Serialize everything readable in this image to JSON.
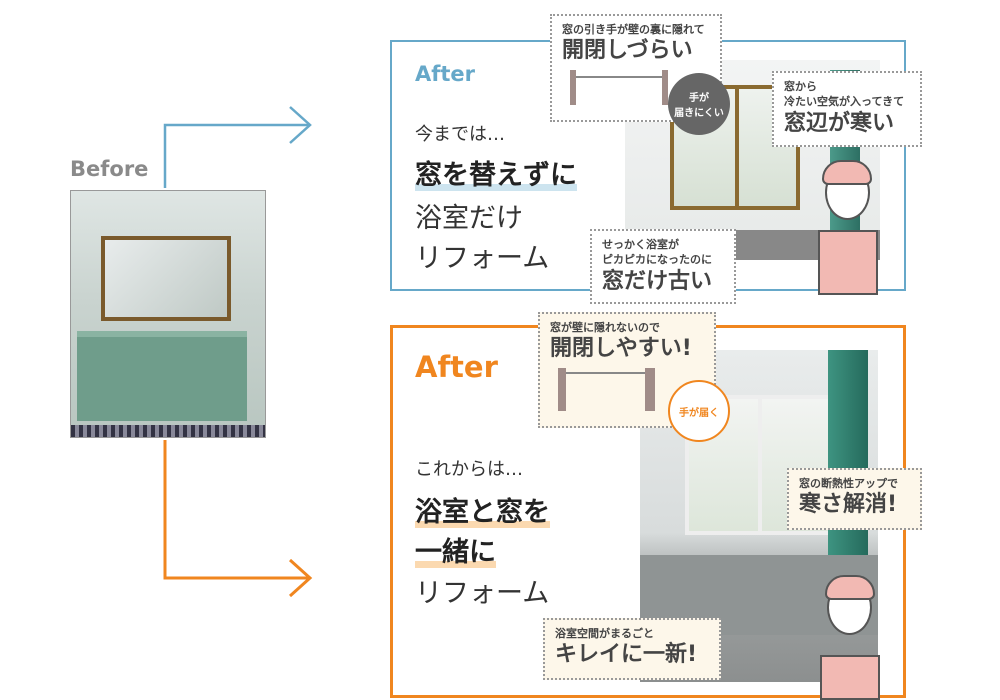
{
  "before": {
    "label": "Before"
  },
  "colors": {
    "blue": "#66a8c9",
    "orange": "#f0861f"
  },
  "current": {
    "after_label": "After",
    "intro": "今までは…",
    "headline": "窓を替えずに",
    "line2": "浴室だけ",
    "line3": "リフォーム",
    "callouts": [
      {
        "small": "窓の引き手が壁の裏に隠れて",
        "large": "開閉しづらい"
      },
      {
        "small": "窓から\n冷たい空気が入ってきて",
        "large": "窓辺が寒い"
      },
      {
        "small": "せっかく浴室が\nピカピカになったのに",
        "large": "窓だけ古い"
      }
    ],
    "bubble": "手が\n届きにくい"
  },
  "future": {
    "after_label": "After",
    "intro": "これからは…",
    "headline1": "浴室と窓を",
    "headline2": "一緒に",
    "line3": "リフォーム",
    "callouts": [
      {
        "small": "窓が壁に隠れないので",
        "large": "開閉しやすい!"
      },
      {
        "small": "窓の断熱性アップで",
        "large": "寒さ解消!"
      },
      {
        "small": "浴室空間がまるごと",
        "large": "キレイに一新!"
      }
    ],
    "bubble": "手が届く"
  }
}
